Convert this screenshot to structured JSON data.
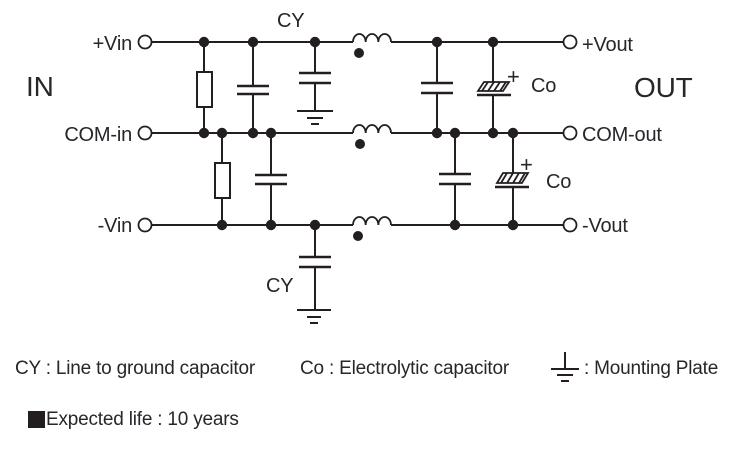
{
  "diagram": {
    "in_label": "IN",
    "out_label": "OUT",
    "terminals": {
      "vin_plus": "+Vin",
      "com_in": "COM-in",
      "vin_minus": "-Vin",
      "vout_plus": "+Vout",
      "com_out": "COM-out",
      "vout_minus": "-Vout"
    },
    "labels": {
      "cy_top": "CY",
      "cy_bottom": "CY",
      "co_top": "Co",
      "co_bottom": "Co",
      "plus_top": "+",
      "plus_bottom": "+"
    },
    "components": {
      "inductors": 3,
      "line_to_ground_capacitors": 2,
      "electrolytic_capacitors": 2,
      "resistors": 2,
      "capacitors": 4
    }
  },
  "legend": {
    "cy_item": "CY : Line to ground capacitor",
    "co_item": "Co : Electrolytic capacitor",
    "mounting_item": ": Mounting Plate"
  },
  "note": {
    "expected_life": "Expected life : 10 years"
  },
  "colors": {
    "line": "#231f20",
    "text": "#26262b",
    "background": "#ffffff"
  }
}
